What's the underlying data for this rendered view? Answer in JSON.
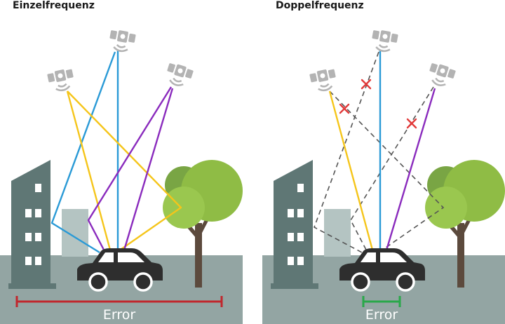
{
  "panels": {
    "left": {
      "title": "Einzelfrequenz",
      "error_label": "Error"
    },
    "right": {
      "title": "Doppelfrequenz",
      "error_label": "Error"
    }
  },
  "colors": {
    "ground": "#93a5a3",
    "building": "#5f7775",
    "building_light": "#b4c4c2",
    "tree_dark": "#79a544",
    "tree_light": "#9ac74f",
    "trunk": "#5c4a3d",
    "car": "#2e2e2e",
    "signal_blue": "#2a9ad6",
    "signal_yellow": "#f5c51a",
    "signal_purple": "#8a2bbd",
    "multipath_dashed": "#555555",
    "blocked_x": "#e23a3a",
    "error_left": "#c0272d",
    "error_right": "#2aa84a",
    "satellite": "#b3b3b3"
  },
  "icons": [
    "satellite-icon",
    "car-icon",
    "tree-icon",
    "building-icon",
    "blocked-x-icon"
  ]
}
